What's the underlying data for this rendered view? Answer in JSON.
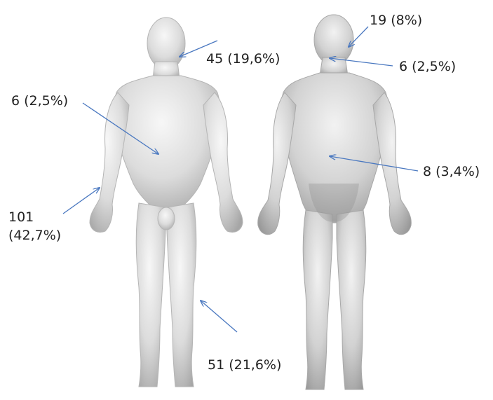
{
  "colors": {
    "arrow": "#4a78c0",
    "text": "#222222",
    "skin_light": "#ececec",
    "skin_dark": "#9a9a9a"
  },
  "labels": {
    "face": "45 (19,6%)",
    "head_back": "19 (8%)",
    "neck_back": "6 (2,5%)",
    "trunk_front": "6 (2,5%)",
    "trunk_back": "8 (3,4%)",
    "hands_line1": "101",
    "hands_line2": "(42,7%)",
    "legs": "51 (21,6%)"
  }
}
